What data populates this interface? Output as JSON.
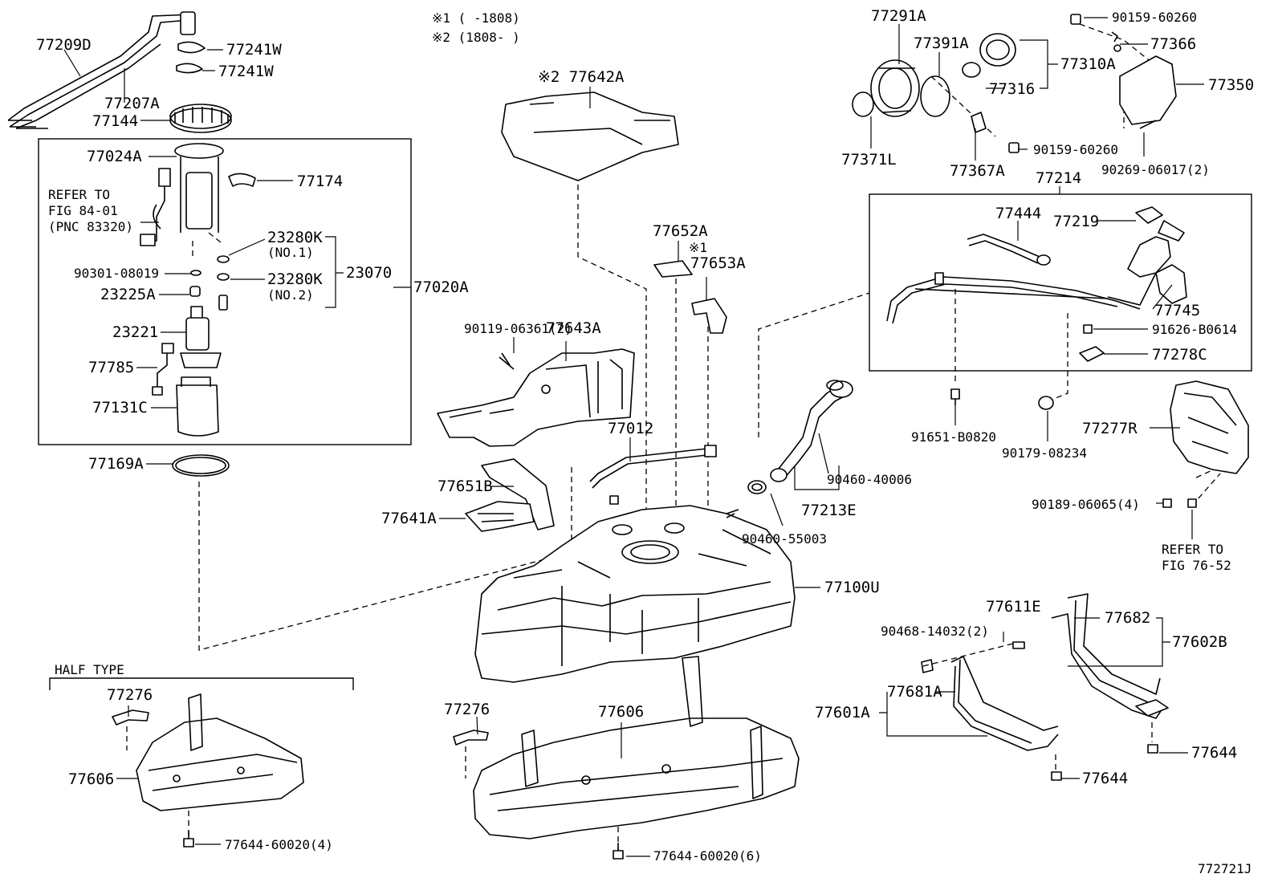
{
  "notes": {
    "note1": "※1 (    -1808)",
    "note2": "※2 (1808-    )"
  },
  "labels": {
    "p77209D": "77209D",
    "p77241W_a": "77241W",
    "p77241W_b": "77241W",
    "p77207A": "77207A",
    "p77144": "77144",
    "p77024A": "77024A",
    "p77174": "77174",
    "refer1_line1": "REFER TO",
    "refer1_line2": "FIG 84-01",
    "refer1_line3": "(PNC 83320)",
    "p23280K_1": "23280K",
    "no1": "(NO.1)",
    "p90301": "90301-08019",
    "p23280K_2": "23280K",
    "p23070": "23070",
    "no2": "(NO.2)",
    "p23225A": "23225A",
    "p77020A": "77020A",
    "p23221": "23221",
    "p77785": "77785",
    "p77131C": "77131C",
    "p77169A": "77169A",
    "half_type": "HALF TYPE",
    "p77276_a": "77276",
    "p77606_a": "77606",
    "p77644_60020_4": "77644-60020(4)",
    "p77642A": "※2 77642A",
    "p77652A": "77652A",
    "note_mark1": "※1",
    "p77653A": "77653A",
    "p90119": "90119-06361(2)",
    "p77643A": "77643A",
    "p77012": "77012",
    "p77651B": "77651B",
    "p77641A": "77641A",
    "p77100U": "77100U",
    "p77276_b": "77276",
    "p77606_b": "77606",
    "p77644_60020_6": "77644-60020(6)",
    "p77291A": "77291A",
    "p77391A": "77391A",
    "p77310A": "77310A",
    "p77316": "77316",
    "p77371L": "77371L",
    "p77367A": "77367A",
    "p90159_a": "90159-60260",
    "p77366": "77366",
    "p77350": "77350",
    "p90159_b": "90159-60260",
    "p90269": "90269-06017(2)",
    "p77214": "77214",
    "p77444": "77444",
    "p77219": "77219",
    "p77745": "77745",
    "p91626": "91626-B0614",
    "p77278C": "77278C",
    "p91651": "91651-B0820",
    "p90179": "90179-08234",
    "p77277R": "77277R",
    "p90460_40006": "90460-40006",
    "p77213E": "77213E",
    "p90460_55003": "90460-55003",
    "p90189": "90189-06065(4)",
    "refer2_line1": "REFER TO",
    "refer2_line2": "FIG 76-52",
    "p90468": "90468-14032(2)",
    "p77611E": "77611E",
    "p77682": "77682",
    "p77602B": "77602B",
    "p77681A": "77681A",
    "p77601A": "77601A",
    "p77644_a": "77644",
    "p77644_b": "77644",
    "figure_id": "772721J"
  }
}
